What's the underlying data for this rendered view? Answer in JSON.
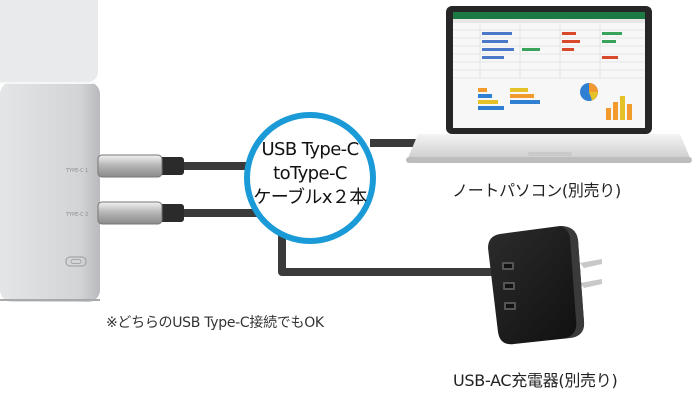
{
  "cable_callout": {
    "line1": "USB Type-C",
    "line2": "toType-C",
    "line3": "ケーブルx２本"
  },
  "laptop": {
    "label": "ノートパソコン(別売り)"
  },
  "charger": {
    "label": "USB-AC充電器(別売り)"
  },
  "note": "※どちらのUSB Type-C接続でもOK",
  "hub_ports": {
    "port1": "TYPE-C 1",
    "port2": "TYPE-C 2"
  },
  "colors": {
    "callout_ring": "#1a9ad6",
    "cable": "#3a3a3a",
    "hub_body": "#d9dadc",
    "charger_body": "#1b1b1b",
    "laptop_bezel": "#262626"
  }
}
